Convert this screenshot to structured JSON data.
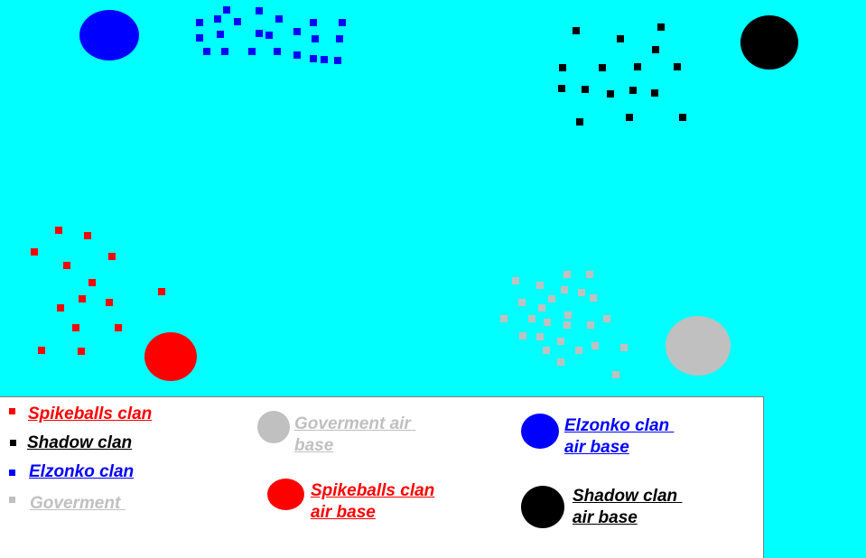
{
  "colors": {
    "background": "#00ffff",
    "spikeballs": "#ff0000",
    "shadow": "#000000",
    "elzonko": "#0000ff",
    "goverment": "#c0c0c0"
  },
  "bases": [
    {
      "name": "elzonko-base",
      "color": "#0000ff"
    },
    {
      "name": "shadow-base",
      "color": "#000000"
    },
    {
      "name": "spikeballs-base",
      "color": "#ff0000"
    },
    {
      "name": "goverment-base",
      "color": "#c0c0c0"
    }
  ],
  "legend": {
    "spikeballs_clan": "Spikeballs clan",
    "shadow_clan": "Shadow clan",
    "elzonko_clan": "Elzonko clan",
    "goverment": "Goverment ",
    "goverment_air_base": "Goverment air \nbase",
    "spikeballs_air_base": "Spikeballs clan\nair base",
    "elzonko_air_base": "Elzonko clan \nair base",
    "shadow_air_base": "Shadow clan \nair base"
  }
}
